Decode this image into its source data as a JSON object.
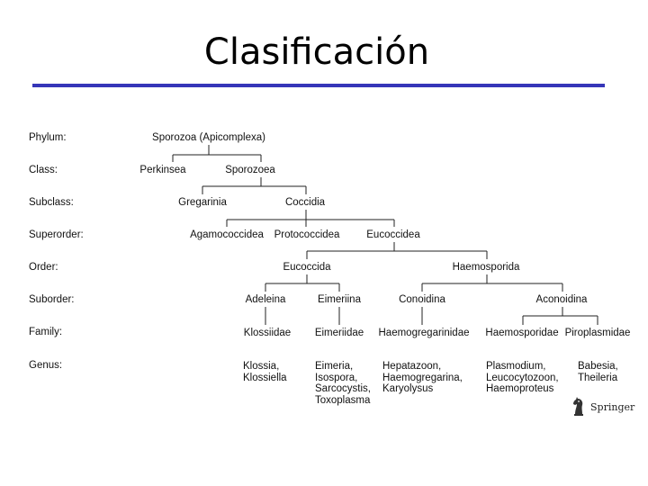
{
  "title": "Clasificación",
  "ranks": {
    "phylum": "Phylum:",
    "class": "Class:",
    "subclass": "Subclass:",
    "superorder": "Superorder:",
    "order": "Order:",
    "suborder": "Suborder:",
    "family": "Family:",
    "genus": "Genus:"
  },
  "taxa": {
    "phylum": "Sporozoa (Apicomplexa)",
    "class_perkinsea": "Perkinsea",
    "class_sporozoea": "Sporozoea",
    "subclass_gregarinia": "Gregarinia",
    "subclass_coccidia": "Coccidia",
    "superorder_agamococcidea": "Agamococcidea",
    "superorder_protococcidea": "Protococcidea",
    "superorder_eucoccidea": "Eucoccidea",
    "order_eucoccida": "Eucoccida",
    "order_haemosporida": "Haemosporida",
    "suborder_adeleina": "Adeleina",
    "suborder_eimeriina": "Eimeriina",
    "suborder_conoidina": "Conoidina",
    "suborder_aconoidina": "Aconoidina",
    "family_klossiidae": "Klossiidae",
    "family_eimeriidae": "Eimeriidae",
    "family_haemogregarinidae": "Haemogregarinidae",
    "family_haemosporidae": "Haemosporidae",
    "family_piroplasmidae": "Piroplasmidae"
  },
  "genera": {
    "klossia": [
      "Klossia,",
      "Klossiella"
    ],
    "eimeria": [
      "Eimeria,",
      "Isospora,",
      "Sarcocystis,",
      "Toxoplasma"
    ],
    "hepatozoon": [
      "Hepatazoon,",
      "Haemogregarina,",
      "Karyolysus"
    ],
    "plasmodium": [
      "Plasmodium,",
      "Leucocytozoon,",
      "Haemoproteus"
    ],
    "babesia": [
      "Babesia,",
      "Theileria"
    ]
  },
  "logo": {
    "text": "Springer"
  }
}
